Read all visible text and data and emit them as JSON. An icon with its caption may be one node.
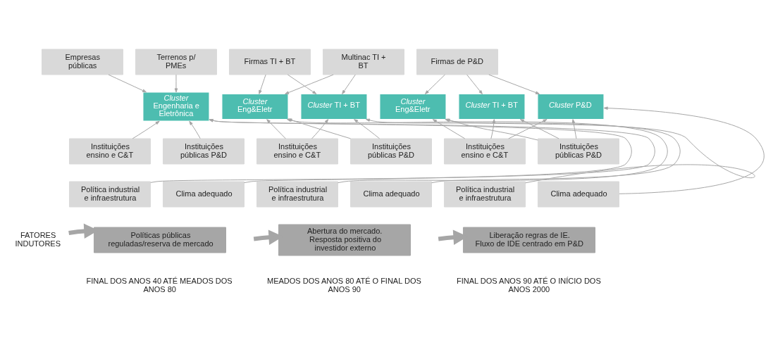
{
  "diagram": {
    "nodes": [
      {
        "text": [
          "Empresas públicas"
        ]
      },
      {
        "text": [
          "Terrenos p/ PMEs"
        ]
      },
      {
        "text": [
          "*Cluster* Engenharia e Eletrônica"
        ]
      },
      {
        "text": [
          "Instituições ensino e C&T"
        ]
      },
      {
        "text": [
          "Instituições públicas P&D"
        ]
      },
      {
        "text": [
          "Política industrial e infraestrutura"
        ]
      },
      {
        "text": [
          "Clima adequado"
        ]
      },
      {
        "text": [
          "Políticas públicas reguladas/reserva de mercado"
        ]
      },
      {
        "text": [
          "Firmas TI + BT"
        ]
      },
      {
        "text": [
          "Multinac TI + BT"
        ]
      },
      {
        "text": [
          "*Cluster* Eng&Eletr"
        ]
      },
      {
        "text": [
          "*Cluster* TI + BT"
        ]
      },
      {
        "text": [
          "Instituições ensino e C&T"
        ]
      },
      {
        "text": [
          "Instituições públicas P&D"
        ]
      },
      {
        "text": [
          "Política industrial e infraestrutura"
        ]
      },
      {
        "text": [
          "Clima adequado"
        ]
      },
      {
        "text": [
          "Abertura do mercado. Resposta positiva do investidor externo"
        ]
      },
      {
        "text": [
          "Firmas de P&D"
        ]
      },
      {
        "text": [
          "*Cluster* Eng&Eletr"
        ]
      },
      {
        "text": [
          "*Cluster* TI + BT"
        ]
      },
      {
        "text": [
          "*Cluster* P&D"
        ]
      },
      {
        "text": [
          "Instituições ensino e C&T"
        ]
      },
      {
        "text": [
          "Instituições públicas P&D"
        ]
      },
      {
        "text": [
          "Política industrial e infraestrutura"
        ]
      },
      {
        "text": [
          "Clima adequado"
        ]
      },
      {
        "text": [
          "Liberação regras de IE. Fluxo de IDE centrado em P&D"
        ]
      },
      {
        "text": [
          "FATORES INDUTORES"
        ]
      }
    ],
    "edges": [
      {
        "from": 0,
        "to": 2,
        "arrow": "to"
      },
      {
        "from": 1,
        "to": 2,
        "arrow": "to"
      },
      {
        "from": 3,
        "to": 2,
        "arrow": "to"
      },
      {
        "from": 4,
        "to": 2,
        "arrow": "to"
      },
      {
        "from": 5,
        "to": 2,
        "arrow": "to"
      },
      {
        "from": 6,
        "to": 2,
        "arrow": "to"
      },
      {
        "from": 8,
        "to": 10,
        "arrow": "to"
      },
      {
        "from": 8,
        "to": 11,
        "arrow": "to"
      },
      {
        "from": 9,
        "to": 10,
        "arrow": "to"
      },
      {
        "from": 9,
        "to": 11,
        "arrow": "to"
      },
      {
        "from": 12,
        "to": 10,
        "arrow": "to"
      },
      {
        "from": 12,
        "to": 11,
        "arrow": "to"
      },
      {
        "from": 13,
        "to": 10,
        "arrow": "to"
      },
      {
        "from": 13,
        "to": 11,
        "arrow": "to"
      },
      {
        "from": 14,
        "to": 10,
        "arrow": "to"
      },
      {
        "from": 15,
        "to": 11,
        "arrow": "to"
      },
      {
        "from": 17,
        "to": 18,
        "arrow": "to"
      },
      {
        "from": 17,
        "to": 19,
        "arrow": "to"
      },
      {
        "from": 17,
        "to": 20,
        "arrow": "to"
      },
      {
        "from": 21,
        "to": 18,
        "arrow": "to"
      },
      {
        "from": 21,
        "to": 19,
        "arrow": "to"
      },
      {
        "from": 21,
        "to": 20,
        "arrow": "to"
      },
      {
        "from": 22,
        "to": 18,
        "arrow": "to"
      },
      {
        "from": 22,
        "to": 19,
        "arrow": "to"
      },
      {
        "from": 22,
        "to": 20,
        "arrow": "to"
      },
      {
        "from": 23,
        "to": 18,
        "arrow": "to"
      },
      {
        "from": 24,
        "to": 20,
        "arrow": "to"
      },
      {
        "from": 26,
        "to": 7,
        "arrow": "to",
        "style": "thick"
      },
      {
        "from": null,
        "to": 16,
        "arrow": "to",
        "style": "thick"
      },
      {
        "from": null,
        "to": 25,
        "arrow": "to",
        "style": "thick"
      }
    ],
    "labels": [
      "FINAL DOS ANOS 40 ATÉ MEADOS DOS ANOS 80",
      "MEADOS DOS ANOS 80 ATÉ O FINAL DOS ANOS 90",
      "FINAL DOS ANOS 90 ATÉ O INÍCIO DOS ANOS 2000"
    ]
  }
}
